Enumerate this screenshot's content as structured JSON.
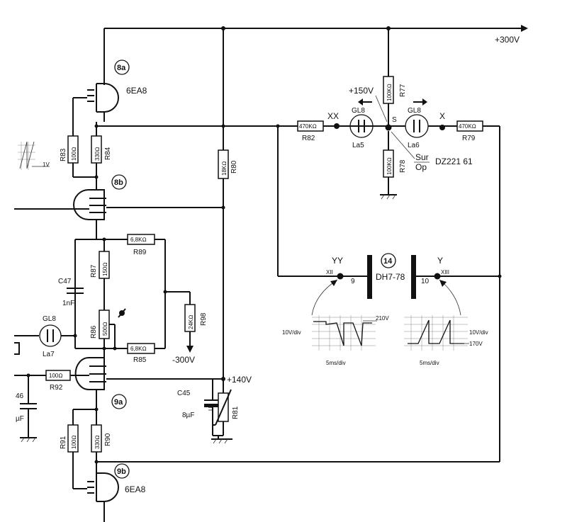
{
  "supply": {
    "plus300": "+300V",
    "plus150": "+150V",
    "plus140": "+140V",
    "minus300": "-300V"
  },
  "tubes": {
    "t8a": {
      "ref": "8a",
      "type": "6EA8"
    },
    "t8b": {
      "ref": "8b"
    },
    "t9a": {
      "ref": "9a"
    },
    "t9b": {
      "ref": "9b",
      "type": "6EA8"
    }
  },
  "resistors": {
    "r83": {
      "ref": "R83",
      "value": "100Ω"
    },
    "r84": {
      "ref": "R84",
      "value": "330Ω"
    },
    "r80": {
      "ref": "R80",
      "value": "18KΩ"
    },
    "r87": {
      "ref": "R87",
      "value": "150Ω"
    },
    "r89": {
      "ref": "R89",
      "value": "6,8KΩ"
    },
    "r86": {
      "ref": "R86",
      "value": "500Ω"
    },
    "r85": {
      "ref": "R85",
      "value": "6,8KΩ"
    },
    "r98": {
      "ref": "R98",
      "value": "24KΩ"
    },
    "r92": {
      "ref": "R92",
      "value": "100Ω"
    },
    "r91": {
      "ref": "R91",
      "value": "100Ω"
    },
    "r90": {
      "ref": "R90",
      "value": "330Ω"
    },
    "r77": {
      "ref": "R77",
      "value": "100KΩ"
    },
    "r78": {
      "ref": "R78",
      "value": "100KΩ"
    },
    "r82": {
      "ref": "R82",
      "value": "470KΩ"
    },
    "r79": {
      "ref": "R79",
      "value": "470KΩ"
    },
    "r81": {
      "ref": "R81",
      "value": "U"
    }
  },
  "capacitors": {
    "c47": {
      "ref": "C47",
      "value": "1nF"
    },
    "c45": {
      "ref": "C45",
      "value": "8µF"
    },
    "c46_partial": {
      "ref": "46",
      "value": "µF"
    }
  },
  "lamps": {
    "la5": {
      "type": "GL8",
      "ref": "La5"
    },
    "la6": {
      "type": "GL8",
      "ref": "La6"
    },
    "la7": {
      "type": "GL8",
      "ref": "La7"
    }
  },
  "nodes": {
    "xx": "XX",
    "x": "X",
    "yy": "YY",
    "y": "Y",
    "s": "S",
    "xii": "XII",
    "xiii": "XIII",
    "pin9": "9",
    "pin10": "10",
    "sur": "Sur",
    "op": "Op",
    "dz": "DZ221 61"
  },
  "crt": {
    "ref": "14",
    "type": "DH7-78"
  },
  "waveforms": {
    "left_inset": {
      "level": "1V"
    },
    "yy": {
      "vdiv": "10V/div",
      "level": "210V",
      "tdiv": "5ms/div"
    },
    "y": {
      "vdiv": "10V/div",
      "level": "170V",
      "tdiv": "5ms/div"
    }
  }
}
